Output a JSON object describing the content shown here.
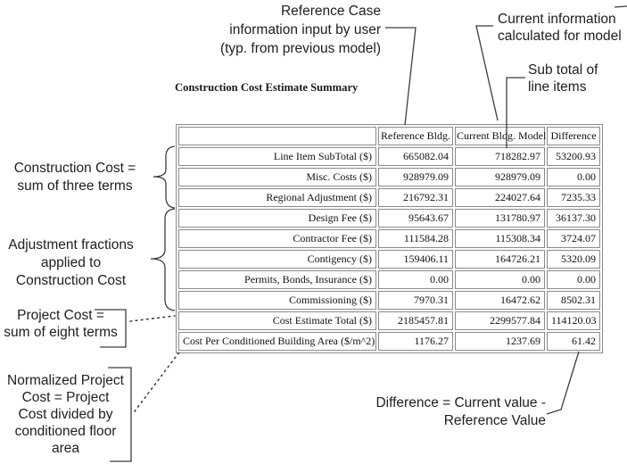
{
  "title": "Construction Cost Estimate Summary",
  "table": {
    "columns": [
      "Reference Bldg.",
      "Current Bldg. Model",
      "Difference"
    ],
    "rows": [
      {
        "label": "Line Item SubTotal ($)",
        "reference": "665082.04",
        "current": "718282.97",
        "difference": "53200.93"
      },
      {
        "label": "Misc. Costs ($)",
        "reference": "928979.09",
        "current": "928979.09",
        "difference": "0.00"
      },
      {
        "label": "Regional Adjustment ($)",
        "reference": "216792.31",
        "current": "224027.64",
        "difference": "7235.33"
      },
      {
        "label": "Design Fee ($)",
        "reference": "95643.67",
        "current": "131780.97",
        "difference": "36137.30"
      },
      {
        "label": "Contractor Fee ($)",
        "reference": "111584.28",
        "current": "115308.34",
        "difference": "3724.07"
      },
      {
        "label": "Contigency ($)",
        "reference": "159406.11",
        "current": "164726.21",
        "difference": "5320.09"
      },
      {
        "label": "Permits, Bonds, Insurance ($)",
        "reference": "0.00",
        "current": "0.00",
        "difference": "0.00"
      },
      {
        "label": "Commissioning ($)",
        "reference": "7970.31",
        "current": "16472.62",
        "difference": "8502.31"
      },
      {
        "label": "Cost Estimate Total ($)",
        "reference": "2185457.81",
        "current": "2299577.84",
        "difference": "114120.03"
      },
      {
        "label": "Cost Per Conditioned Building Area ($/m^2)",
        "reference": "1176.27",
        "current": "1237.69",
        "difference": "61.42"
      }
    ]
  },
  "annotations": {
    "reference_case": "Reference Case\ninformation input by user\n(typ. from previous model)",
    "current_info": "Current information\ncalculated for model",
    "subtotal": "Sub total of\nline items",
    "construction_cost": "Construction Cost =\nsum of three terms",
    "adjustment_fractions": "Adjustment fractions\napplied to\nConstruction Cost",
    "project_cost": "Project Cost =\nsum of eight terms",
    "normalized_cost": "Normalized Project\nCost = Project\nCost divided by\nconditioned floor\narea",
    "difference": "Difference = Current value -\nReference Value"
  },
  "colors": {
    "background": "#ffffff",
    "table_border": "#8a8a8a",
    "annotation_line": "#3d3d3d",
    "text": "#111111"
  }
}
